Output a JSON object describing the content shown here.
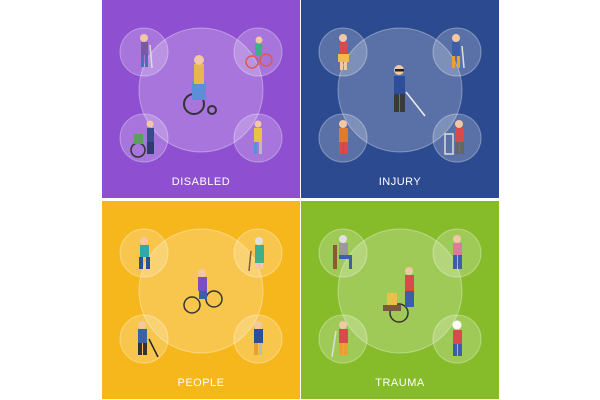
{
  "panels": [
    {
      "id": "disabled",
      "label": "DISABLED",
      "bg": "#8f4fd1"
    },
    {
      "id": "injury",
      "label": "INJURY",
      "bg": "#2b4a8f"
    },
    {
      "id": "people",
      "label": "PEOPLE",
      "bg": "#f6b71c"
    },
    {
      "id": "trauma",
      "label": "TRAUMA",
      "bg": "#86bb2a"
    }
  ],
  "circle_color": "#ffffff"
}
